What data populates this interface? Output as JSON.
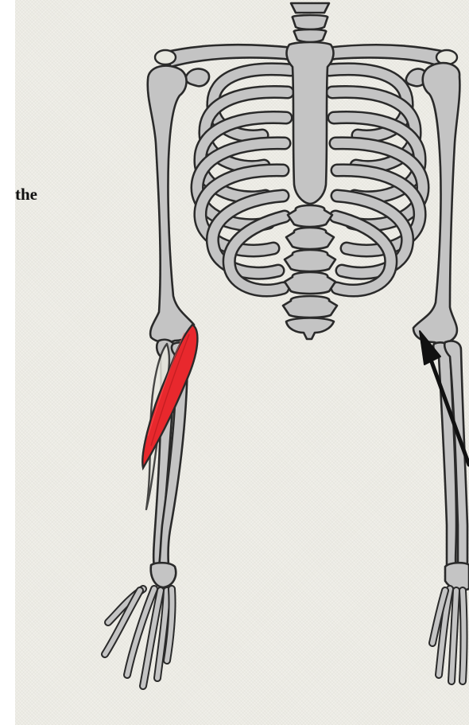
{
  "caption": {
    "text": "the"
  },
  "colors": {
    "background": "#ecebe4",
    "bone": "#c4c4c4",
    "bone_light": "#e8e8e0",
    "outline": "#2a2a2a",
    "muscle": "#e8282d",
    "arrow": "#111111"
  },
  "highlight": {
    "structure": "forearm-muscle",
    "color": "red"
  },
  "pointer": {
    "type": "arrow",
    "target": "elbow"
  }
}
